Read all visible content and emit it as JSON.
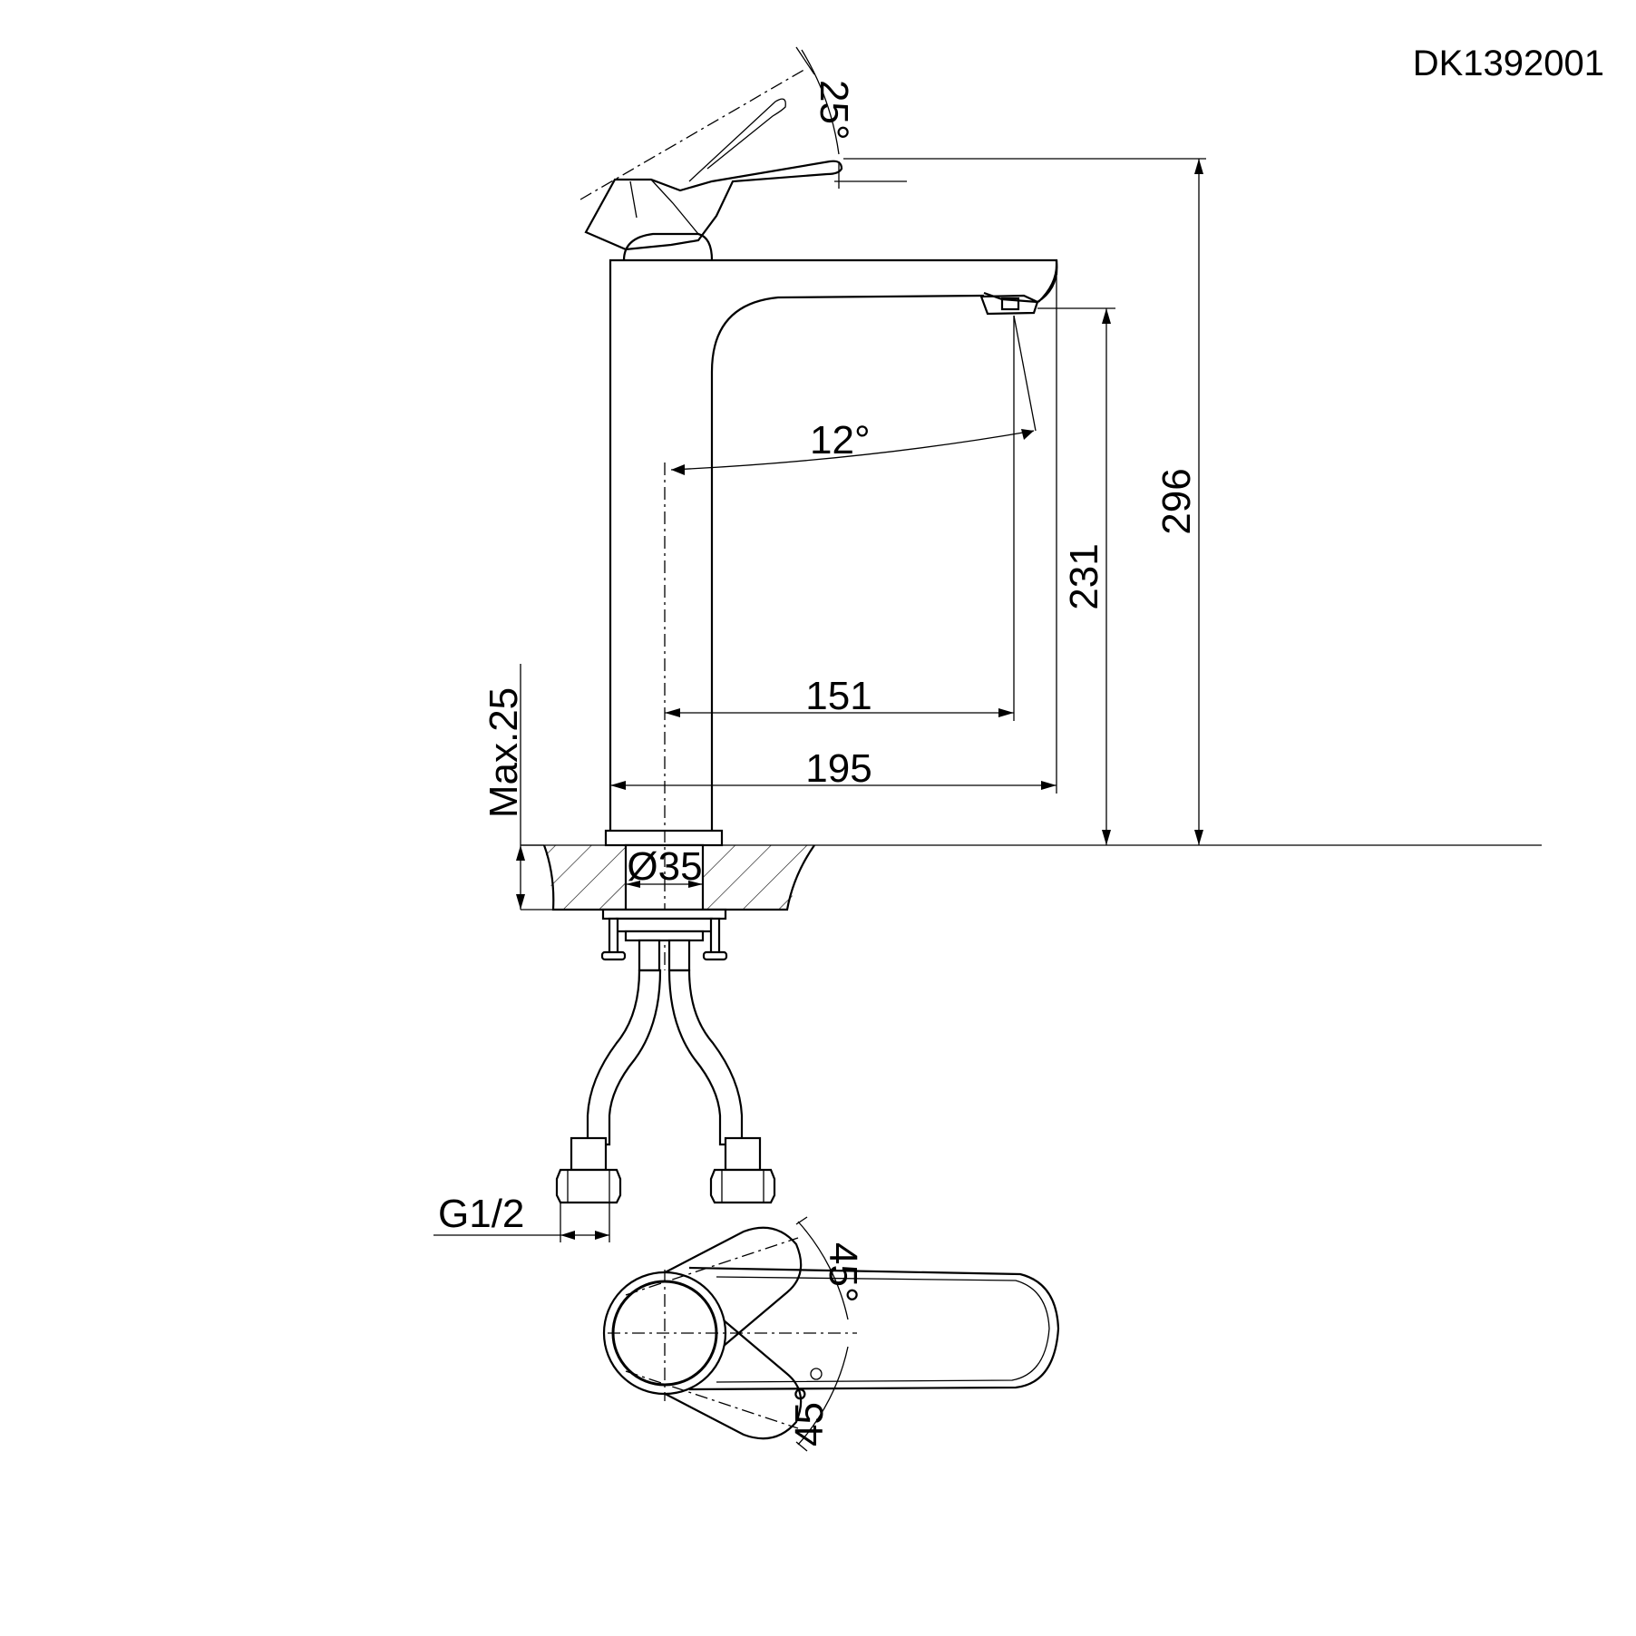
{
  "model_code": "DK1392001",
  "dimensions": {
    "handle_angle": "25°",
    "spout_angle": "12°",
    "total_height": "296",
    "spout_height": "231",
    "spout_reach": "151",
    "total_reach": "195",
    "max_deck_thickness": "Max.25",
    "base_diameter": "Ø35",
    "connection_thread": "G1/2",
    "rotation_angle_upper": "45°",
    "rotation_angle_lower": "45°"
  }
}
